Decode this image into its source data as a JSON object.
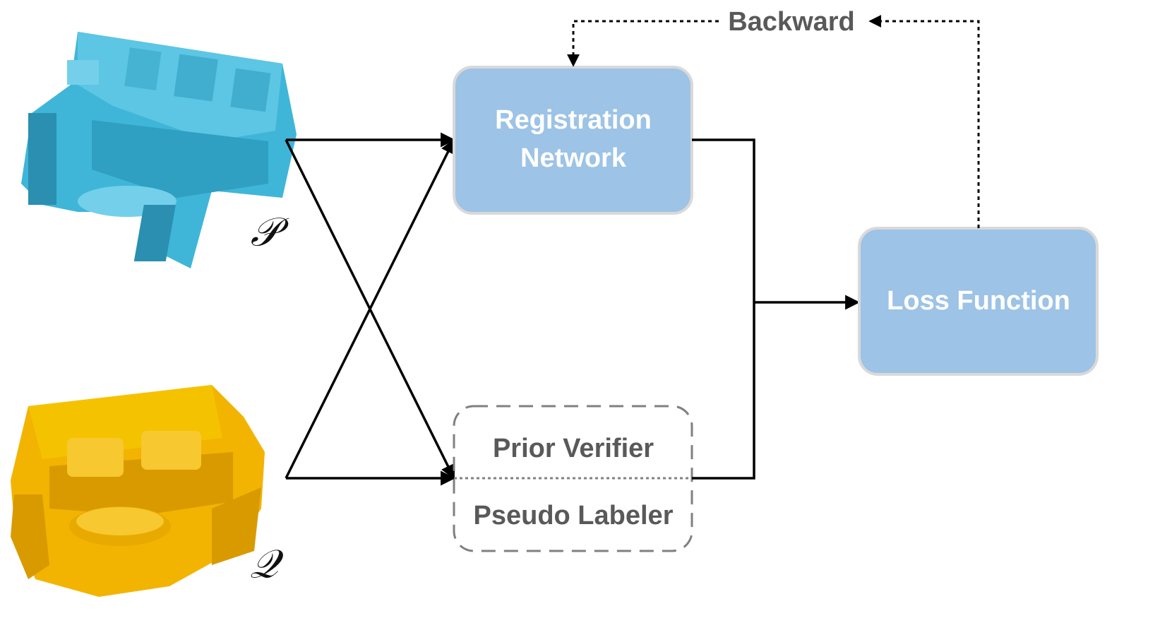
{
  "nodes": {
    "registration": {
      "line1": "Registration",
      "line2": "Network"
    },
    "loss": {
      "label": "Loss Function"
    },
    "prior_verifier": {
      "label": "Prior Verifier"
    },
    "pseudo_labeler": {
      "label": "Pseudo Labeler"
    }
  },
  "edges": {
    "backward": {
      "label": "Backward"
    }
  },
  "inputs": {
    "source": {
      "symbol": "𝒫",
      "color": "#3fb6d8"
    },
    "target": {
      "symbol": "𝒬",
      "color": "#f2b400"
    }
  },
  "colors": {
    "box_fill": "#9dc3e6",
    "box_border": "#d9d9d9",
    "box_text": "#ffffff",
    "dashed_text": "#595959",
    "dashed_border": "#808080"
  }
}
